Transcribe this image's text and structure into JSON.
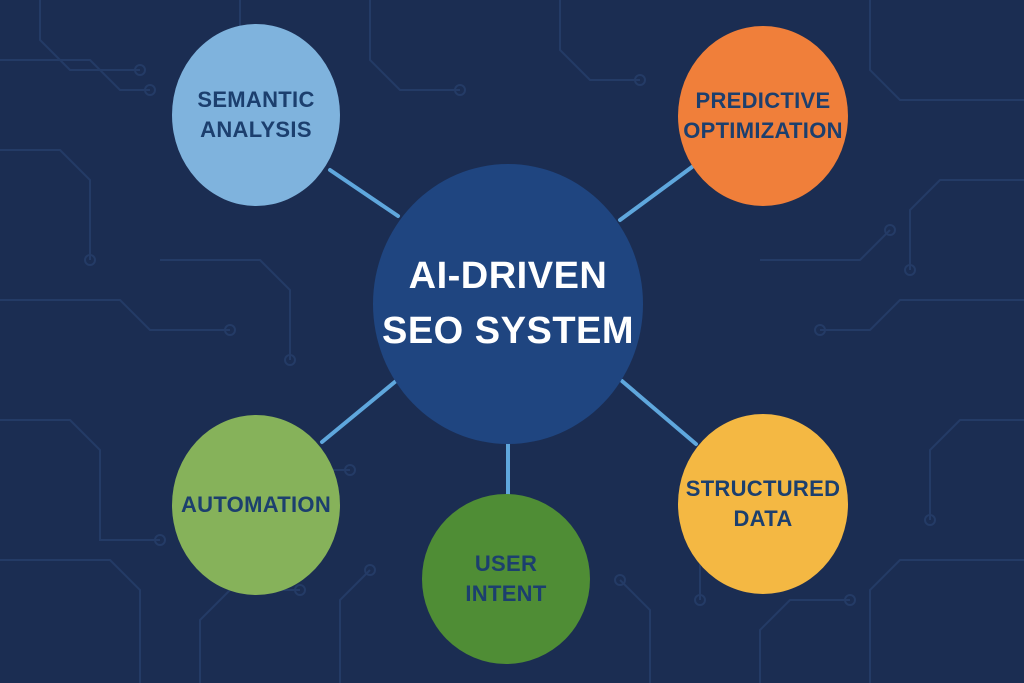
{
  "diagram": {
    "center": {
      "label": "AI-DRIVEN\nSEO SYSTEM",
      "fill": "#1f4580",
      "text_color": "#ffffff"
    },
    "nodes": [
      {
        "id": "semantic",
        "label": "SEMANTIC\nANALYSIS",
        "fill": "#7fb3dd",
        "text_color": "#1c3f6e"
      },
      {
        "id": "predictive",
        "label": "PREDICTIVE\nOPTIMIZATION",
        "fill": "#f07f3a",
        "text_color": "#1c3f6e"
      },
      {
        "id": "automation",
        "label": "AUTOMATION",
        "fill": "#86b25a",
        "text_color": "#1c3f6e"
      },
      {
        "id": "intent",
        "label": "USER\nINTENT",
        "fill": "#4f8d35",
        "text_color": "#1c3f6e"
      },
      {
        "id": "structured",
        "label": "STRUCTURED\nDATA",
        "fill": "#f4b843",
        "text_color": "#1c3f6e"
      }
    ],
    "connector_color": "#5fa7dd",
    "background_color": "#1b2d52",
    "circuit_color": "#243b66"
  }
}
